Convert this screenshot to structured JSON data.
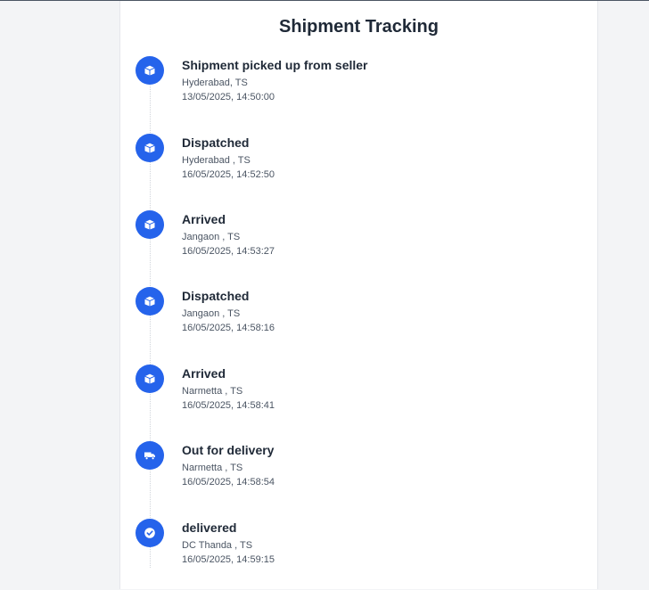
{
  "page": {
    "title": "Shipment Tracking"
  },
  "colors": {
    "accent": "#2563eb",
    "background": "#f3f4f6",
    "card": "#ffffff",
    "text": "#1f2937",
    "muted": "#4b5563"
  },
  "events": [
    {
      "status": "Shipment picked up from seller",
      "location": "Hyderabad, TS",
      "time": "13/05/2025, 14:50:00",
      "icon": "box-icon"
    },
    {
      "status": "Dispatched",
      "location": "Hyderabad , TS",
      "time": "16/05/2025, 14:52:50",
      "icon": "box-icon"
    },
    {
      "status": "Arrived",
      "location": "Jangaon , TS",
      "time": "16/05/2025, 14:53:27",
      "icon": "box-icon"
    },
    {
      "status": "Dispatched",
      "location": "Jangaon , TS",
      "time": "16/05/2025, 14:58:16",
      "icon": "box-icon"
    },
    {
      "status": "Arrived",
      "location": "Narmetta , TS",
      "time": "16/05/2025, 14:58:41",
      "icon": "box-icon"
    },
    {
      "status": "Out for delivery",
      "location": "Narmetta , TS",
      "time": "16/05/2025, 14:58:54",
      "icon": "truck-icon"
    },
    {
      "status": "delivered",
      "location": "DC Thanda , TS",
      "time": "16/05/2025, 14:59:15",
      "icon": "check-circle-icon"
    }
  ]
}
